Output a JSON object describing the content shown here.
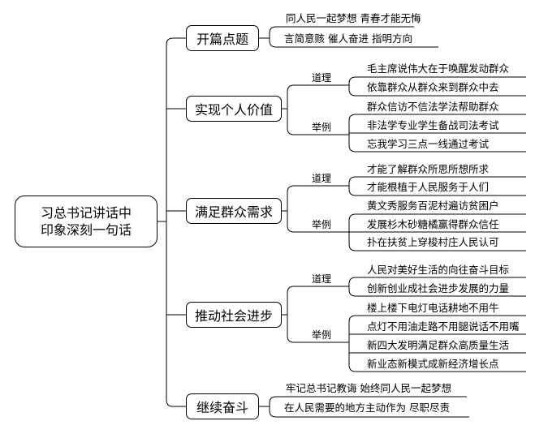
{
  "root": {
    "line1": "习总书记讲话中",
    "line2": "印象深刻一句话"
  },
  "branches": [
    {
      "label": "开篇点题",
      "leaves": [
        "同人民一起梦想 青春才能无悔",
        "言简意赅 催人奋进 指明方向"
      ]
    },
    {
      "label": "实现个人价值",
      "daoli": {
        "label": "道理",
        "items": [
          "毛主席说伟大在于唤醒发动群众",
          "依靠群众从群众来到群众中去"
        ]
      },
      "juli": {
        "label": "举例",
        "items": [
          "群众信访不信法学法帮助群众",
          "非法学专业学生备战司法考试",
          "忘我学习三点一线通过考试"
        ]
      }
    },
    {
      "label": "满足群众需求",
      "daoli": {
        "label": "道理",
        "items": [
          "才能了解群众所思所想所求",
          "才能根植于人民服务于人们"
        ]
      },
      "juli": {
        "label": "举例",
        "items": [
          "黄文秀服务百泥村遍访贫困户",
          "发展杉木砂糖橘赢得群众信任",
          "扑在扶贫上穿梭村庄人民认可"
        ]
      }
    },
    {
      "label": "推动社会进步",
      "daoli": {
        "label": "道理",
        "items": [
          "人民对美好生活的向往奋斗目标",
          "创新创业成社会进步发展的力量"
        ]
      },
      "juli": {
        "label": "举例",
        "items": [
          "楼上楼下电灯电话耕地不用牛",
          "点灯不用油走路不用腿说话不用嘴",
          "新四大发明满足群众高质量生活",
          "新业态新模式成新经济增长点"
        ]
      }
    },
    {
      "label": "继续奋斗",
      "leaves": [
        "牢记总书记教诲 始终同人民一起梦想",
        "在人民需要的地方主动作为 尽职尽责"
      ]
    }
  ]
}
